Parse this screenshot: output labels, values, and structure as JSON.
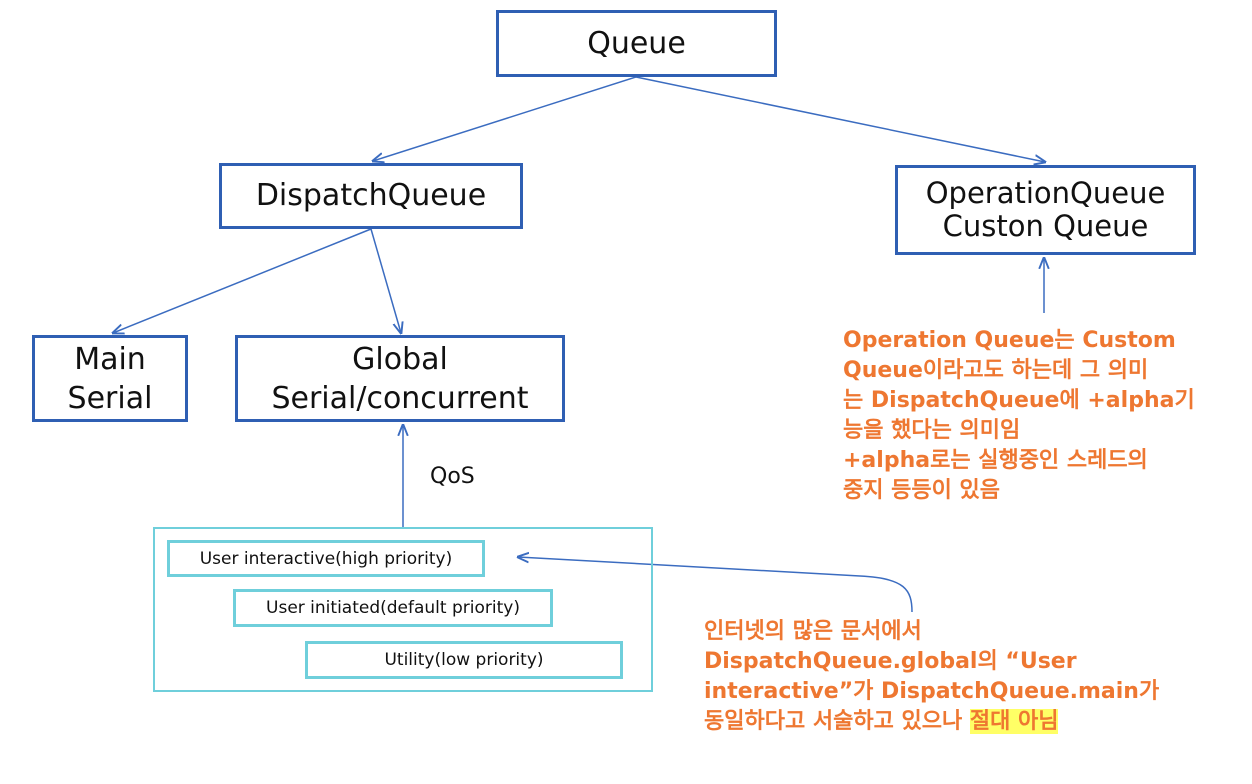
{
  "nodes": {
    "queue": "Queue",
    "dispatch_queue": "DispatchQueue",
    "operation_queue": [
      "OperationQueue",
      "Custon Queue"
    ],
    "main": [
      "Main",
      "Serial"
    ],
    "global": [
      "Global",
      "Serial/concurrent"
    ]
  },
  "qos": {
    "label": "QoS",
    "items": [
      "User interactive(high priority)",
      "User initiated(default priority)",
      "Utility(low priority)"
    ]
  },
  "notes": {
    "operation_queue": [
      "Operation Queue는 Custom",
      "Queue이라고도 하는데 그 의미",
      "는 DispatchQueue에 +alpha기",
      "능을 했다는 의미임",
      "+alpha로는 실행중인 스레드의",
      "중지 등등이 있음"
    ],
    "global_vs_main": {
      "lines": [
        "인터넷의 많은 문서에서",
        "DispatchQueue.global의 “User",
        "interactive”가 DispatchQueue.main가"
      ],
      "last_line_prefix": "동일하다고 서술하고 있으나 ",
      "last_line_highlight": "절대 아님"
    }
  },
  "colors": {
    "node_border": "#2f5fb3",
    "qos_border": "#6fcfdb",
    "note_text": "#ee7731",
    "highlight": "#ffff66"
  }
}
